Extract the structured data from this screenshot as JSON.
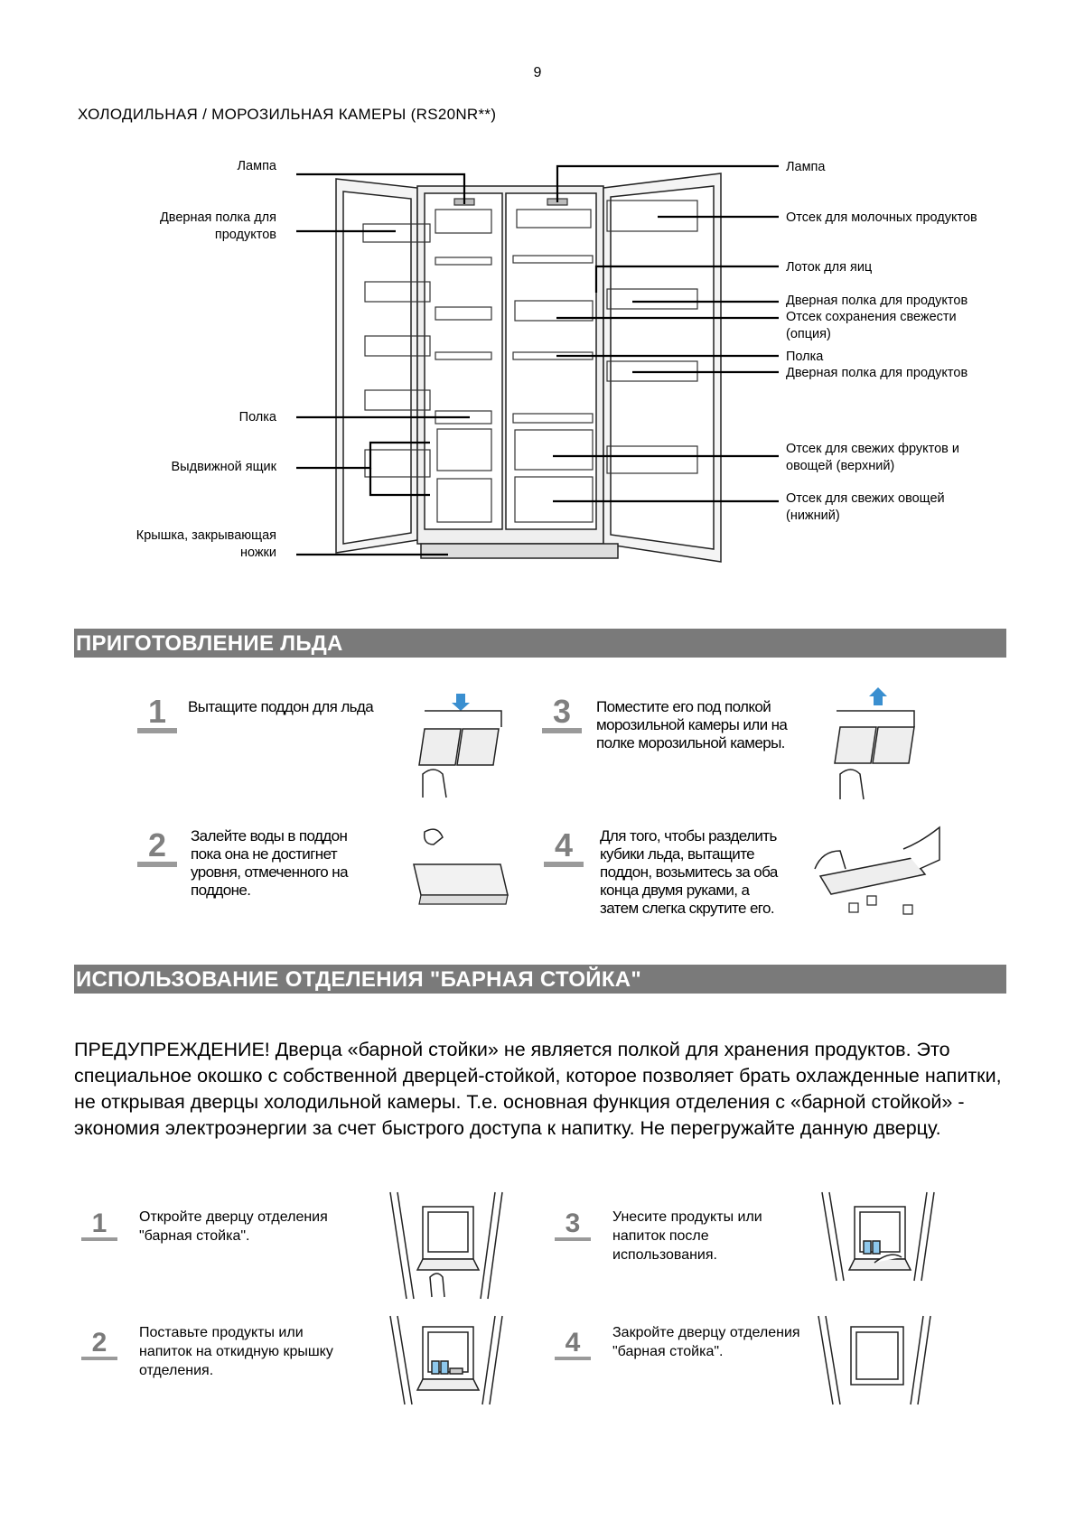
{
  "page_number": "9",
  "section_title": "ХОЛОДИЛЬНАЯ / МОРОЗИЛЬНАЯ КАМЕРЫ (RS20NR**)",
  "diagram": {
    "left_labels": [
      {
        "text": "Лампа"
      },
      {
        "text": "Дверная полка для\nпродуктов"
      },
      {
        "text": "Полка"
      },
      {
        "text": "Выдвижной ящик"
      },
      {
        "text": "Крышка, закрывающая\nножки"
      }
    ],
    "right_labels": [
      {
        "text": "Лампа"
      },
      {
        "text": "Отсек для молочных продуктов"
      },
      {
        "text": "Лоток для яиц"
      },
      {
        "text": "Дверная полка для продуктов"
      },
      {
        "text": "Отсек сохранения свежести\n(опция)"
      },
      {
        "text": "Полка"
      },
      {
        "text": "Дверная полка для продуктов"
      },
      {
        "text": "Отсек для свежих фруктов и\nовощей (верхний)"
      },
      {
        "text": "Отсек для свежих овощей\n(нижний)"
      }
    ]
  },
  "ice": {
    "heading": "ПРИГОТОВЛЕНИЕ ЛЬДА",
    "steps": [
      {
        "num": "1",
        "text": "Вытащите поддон для льда"
      },
      {
        "num": "2",
        "text": "Залейте воды в поддон\nпока она не достигнет\nуровня, отмеченного на\nподдоне."
      },
      {
        "num": "3",
        "text": "Поместите его под полкой\nморозильной камеры или на\nполке морозильной камеры."
      },
      {
        "num": "4",
        "text": "Для того, чтобы разделить\nкубики льда, вытащите\nподдон, возьмитесь за оба\nконца двумя руками, а\nзатем слегка скрутите его."
      }
    ]
  },
  "bar": {
    "heading": "ИСПОЛЬЗОВАНИЕ ОТДЕЛЕНИЯ \"БАРНАЯ СТОЙКА\"",
    "warning": "ПРЕДУПРЕЖДЕНИЕ!  Дверца «барной стойки» не является полкой для хранения продуктов. Это специальное окошко с собственной дверцей-стойкой, которое позволяет брать охлажденные напитки, не открывая дверцы холодильной камеры. Т.е. основная функция отделения с «барной стойкой» - экономия электроэнергии за счет быстрого доступа к напитку. Не перегружайте данную дверцу.",
    "steps": [
      {
        "num": "1",
        "text": "Откройте дверцу отделения\n\"барная стойка\"."
      },
      {
        "num": "2",
        "text": "Поставьте продукты или\nнапиток на откидную крышку\nотделения."
      },
      {
        "num": "3",
        "text": "Унесите продукты или\nнапиток после\nиспользования."
      },
      {
        "num": "4",
        "text": "Закройте дверцу отделения\n\"барная стойка\"."
      }
    ]
  }
}
